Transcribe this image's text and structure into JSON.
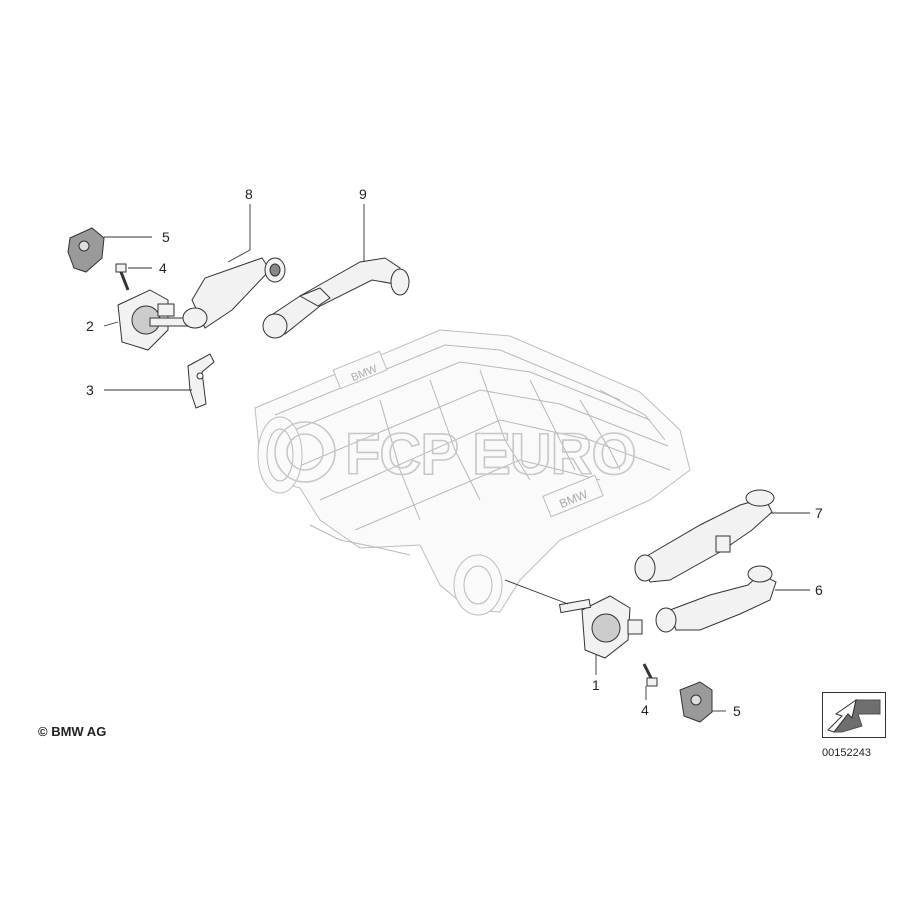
{
  "copyright": "© BMW AG",
  "diagram_number": "00152243",
  "watermark": "FCP EURO",
  "manifold_badge": "BMW",
  "callouts": [
    {
      "id": "c1",
      "label": "1"
    },
    {
      "id": "c2",
      "label": "2"
    },
    {
      "id": "c3",
      "label": "3"
    },
    {
      "id": "c4a",
      "label": "4"
    },
    {
      "id": "c4b",
      "label": "4"
    },
    {
      "id": "c5a",
      "label": "5"
    },
    {
      "id": "c5b",
      "label": "5"
    },
    {
      "id": "c6",
      "label": "6"
    },
    {
      "id": "c7",
      "label": "7"
    },
    {
      "id": "c8",
      "label": "8"
    },
    {
      "id": "c9",
      "label": "9"
    }
  ]
}
